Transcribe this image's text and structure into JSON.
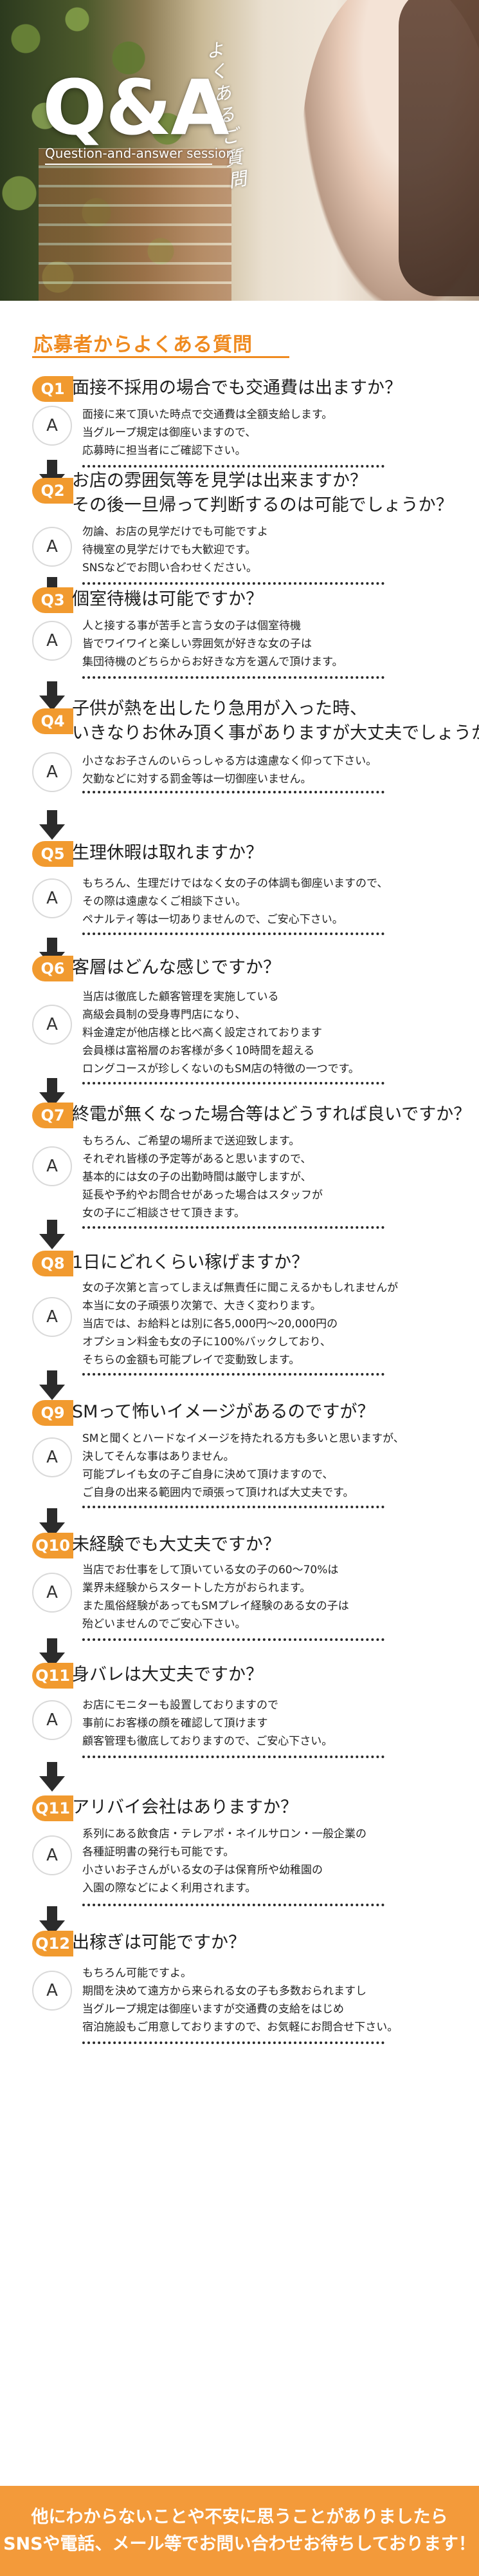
{
  "hero": {
    "title": "Q&A",
    "subtitle": "Question-and-answer session",
    "script": "よくあるご質問"
  },
  "section_title": "応募者からよくある質問",
  "qa": [
    {
      "label": "Q1",
      "question": [
        "面接不採用の場合でも交通費は出ますか？"
      ],
      "answer": [
        "面接に来て頂いた時点で交通費は全額支給します。",
        "当グループ規定は御座いますので、",
        "応募時に担当者にご確認下さい。"
      ]
    },
    {
      "label": "Q2",
      "question": [
        "お店の雰囲気等を見学は出来ますか？",
        "その後一旦帰って判断するのは可能でしょうか？"
      ],
      "answer": [
        "勿論、お店の見学だけでも可能ですよ",
        "待機室の見学だけでも大歓迎です。",
        "SNSなどでお問い合わせください。"
      ]
    },
    {
      "label": "Q3",
      "question": [
        "個室待機は可能ですか？"
      ],
      "answer": [
        "人と接する事が苦手と言う女の子は個室待機",
        "皆でワイワイと楽しい雰囲気が好きな女の子は",
        "集団待機のどちらからお好きな方を選んで頂けます。"
      ]
    },
    {
      "label": "Q4",
      "question": [
        "子供が熱を出したり急用が入った時、",
        "いきなりお休み頂く事がありますが大丈夫でしょうか？"
      ],
      "answer": [
        "小さなお子さんのいらっしゃる方は遠慮なく仰って下さい。",
        "欠勤などに対する罰金等は一切御座いません。"
      ]
    },
    {
      "label": "Q5",
      "question": [
        "生理休暇は取れますか？"
      ],
      "answer": [
        "もちろん、生理だけではなく女の子の体調も御座いますので、",
        "その際は遠慮なくご相談下さい。",
        "ペナルティ等は一切ありませんので、ご安心下さい。"
      ]
    },
    {
      "label": "Q6",
      "question": [
        "客層はどんな感じですか？"
      ],
      "answer": [
        "当店は徹底した顧客管理を実施している",
        "高級会員制の受身専門店になり、",
        "料金違定が他店様と比べ高く設定されております",
        "会員様は富裕層のお客様が多く10時間を超える",
        "ロングコースが珍しくないのもSM店の特徴の一つです。"
      ]
    },
    {
      "label": "Q7",
      "question": [
        "終電が無くなった場合等はどうすれば良いですか？"
      ],
      "answer": [
        "もちろん、ご希望の場所まで送迎致します。",
        "それぞれ皆様の予定等があると思いますので、",
        "基本的には女の子の出勤時間は厳守しますが、",
        "延長や予約やお問合せがあった場合はスタッフが",
        "女の子にご相談させて頂きます。"
      ]
    },
    {
      "label": "Q8",
      "question": [
        "1日にどれくらい稼げますか？"
      ],
      "answer": [
        "女の子次第と言ってしまえば無責任に聞こえるかもしれませんが",
        "本当に女の子頑張り次第で、大きく変わります。",
        "当店では、お給料とは別に各5,000円〜20,000円の",
        "オプション料金も女の子に100%バックしており、",
        "そちらの金額も可能プレイで変動致します。"
      ]
    },
    {
      "label": "Q9",
      "question": [
        "SMって怖いイメージがあるのですが？"
      ],
      "answer": [
        "SMと聞くとハードなイメージを持たれる方も多いと思いますが、",
        "決してそんな事はありません。",
        "可能プレイも女の子ご自身に決めて頂けますので、",
        "ご自身の出来る範囲内で頑張って頂ければ大丈夫です。"
      ]
    },
    {
      "label": "Q10",
      "question": [
        "未経験でも大丈夫ですか？"
      ],
      "answer": [
        "当店でお仕事をして頂いている女の子の60〜70%は",
        "業界未経験からスタートした方がおられます。",
        "また風俗経験があってもSMプレイ経験のある女の子は",
        "殆どいませんのでご安心下さい。"
      ]
    },
    {
      "label": "Q11",
      "question": [
        "身バレは大丈夫ですか？"
      ],
      "answer": [
        "お店にモニターも設置しておりますので",
        "事前にお客様の顔を確認して頂けます",
        "顧客管理も徹底しておりますので、ご安心下さい。"
      ]
    },
    {
      "label": "Q11",
      "question": [
        "アリバイ会社はありますか？"
      ],
      "answer": [
        "系列にある飲食店・テレアポ・ネイルサロン・一般企業の",
        "各種証明書の発行も可能です。",
        "小さいお子さんがいる女の子は保育所や幼稚園の",
        "入園の際などによく利用されます。"
      ]
    },
    {
      "label": "Q12",
      "question": [
        "出稼ぎは可能ですか？"
      ],
      "answer": [
        "もちろん可能ですよ。",
        "期間を決めて遠方から来られる女の子も多数おられますし",
        "当グループ規定は御座いますが交通費の支給をはじめ",
        "宿泊施設もご用意しておりますので、お気軽にお問合せ下さい。"
      ]
    }
  ],
  "footer": {
    "line1": "他にわからないことや不安に思うことがありましたら",
    "line2": "SNSや電話、メール等でお問い合わせお待ちしております！"
  }
}
